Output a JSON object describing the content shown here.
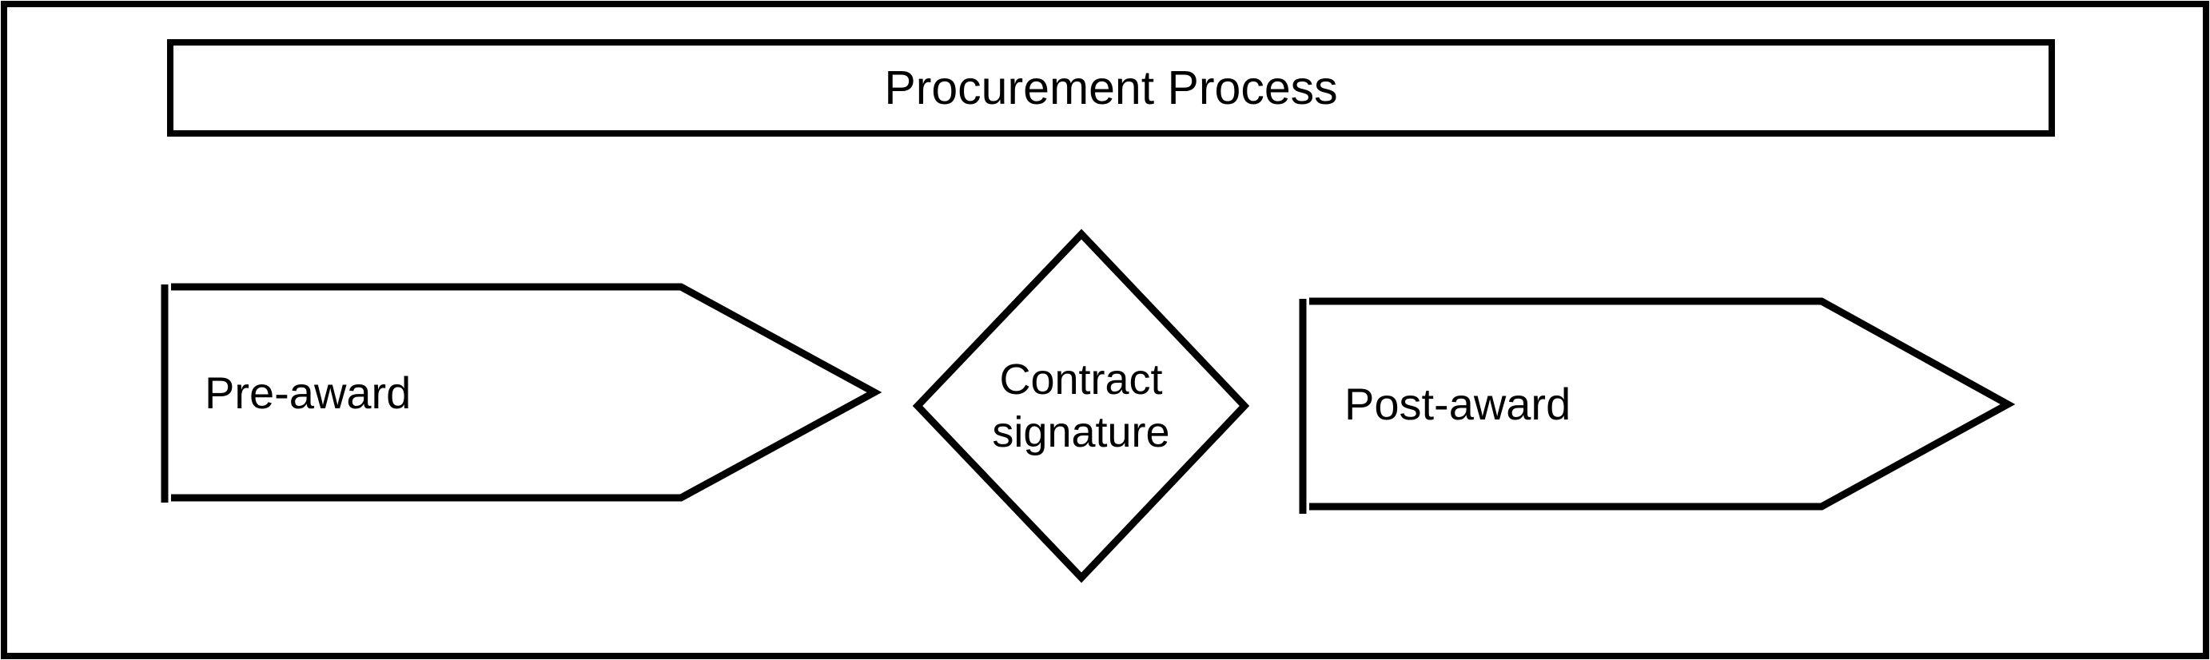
{
  "diagram": {
    "title": "Procurement Process",
    "stages": [
      {
        "id": "pre-award",
        "shape": "pentagon-arrow-right",
        "label": "Pre-award"
      },
      {
        "id": "contract-signature",
        "shape": "diamond",
        "label": "Contract signature",
        "lines": [
          "Contract",
          "signature"
        ]
      },
      {
        "id": "post-award",
        "shape": "pentagon-arrow-right",
        "label": "Post-award"
      }
    ],
    "colors": {
      "stroke": "#000000",
      "background": "#ffffff",
      "text": "#000000"
    }
  }
}
